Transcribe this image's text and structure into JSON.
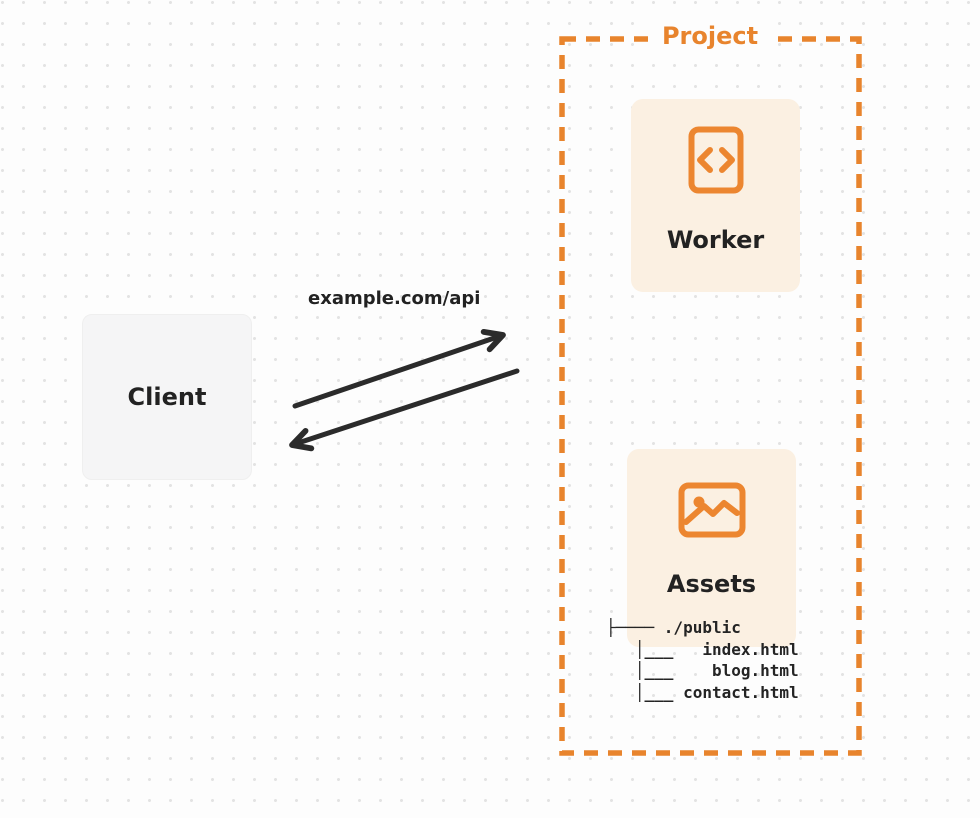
{
  "diagram": {
    "title": "Client to Project request-routing diagram",
    "client": {
      "label": "Client"
    },
    "request_label": "example.com/api",
    "arrows": [
      {
        "name": "request-arrow",
        "direction": "client-to-project"
      },
      {
        "name": "response-arrow",
        "direction": "project-to-client"
      }
    ],
    "project": {
      "label": "Project",
      "worker": {
        "label": "Worker",
        "icon": "code-file-icon"
      },
      "assets": {
        "label": "Assets",
        "icon": "image-icon"
      },
      "file_tree": {
        "lines": [
          "├──── ./public",
          "   │___   index.html",
          "   │___    blog.html",
          "   │___ contact.html"
        ]
      }
    },
    "colors": {
      "accent_orange": "#E8842D",
      "card_bg": "#FBF0E2",
      "client_bg": "#F5F5F6",
      "arrow": "#2B2B2B",
      "text": "#222222",
      "page_bg": "#FDFDFD",
      "grid_dot": "#E3E3E3"
    }
  }
}
